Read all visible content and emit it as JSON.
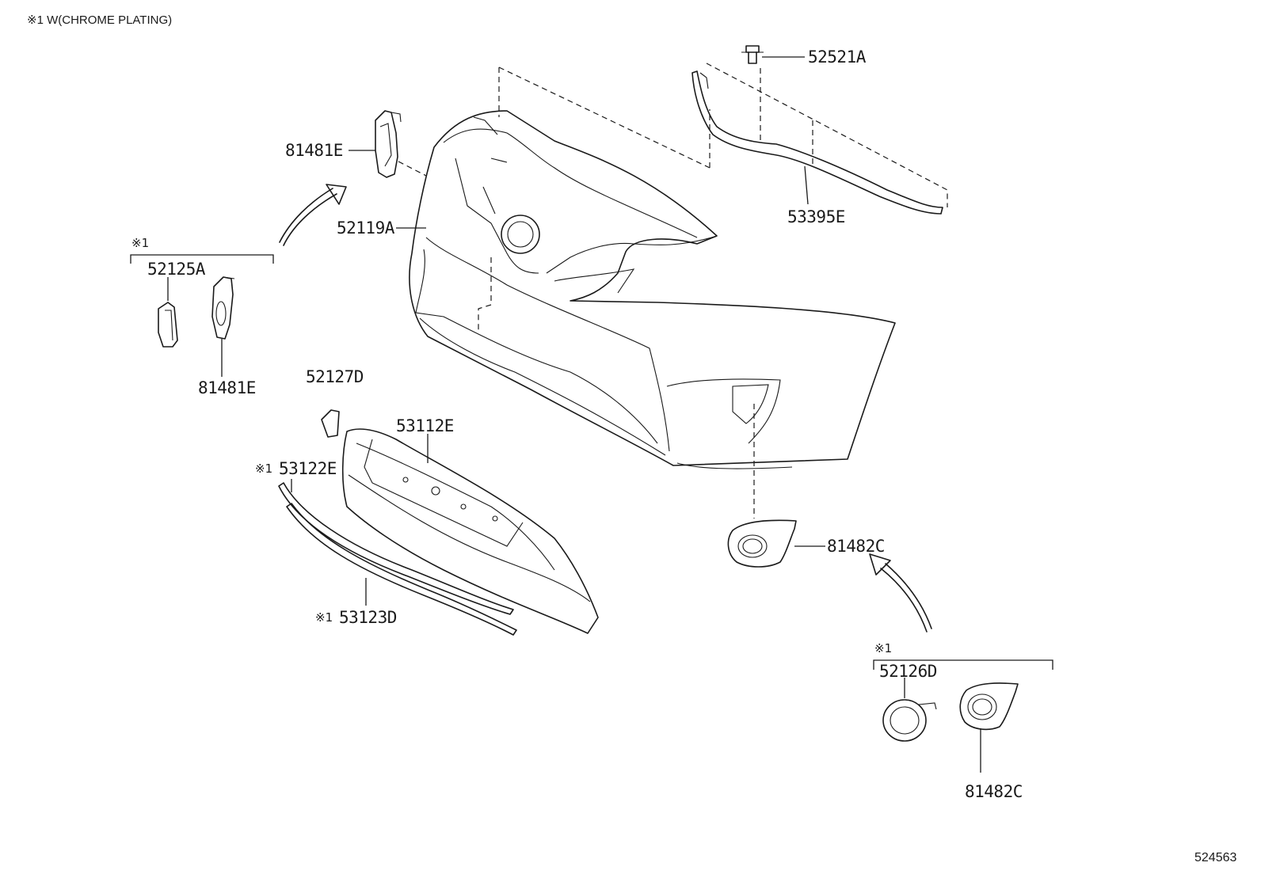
{
  "note": "※1 W(CHROME PLATING)",
  "ref_number": "524563",
  "mark_symbol": "※1",
  "parts": {
    "p52521A": "52521A",
    "p53395E": "53395E",
    "p81481E_top": "81481E",
    "p52119A": "52119A",
    "p52125A": "52125A",
    "p81481E_left": "81481E",
    "p52127D": "52127D",
    "p53112E": "53112E",
    "p53122E": "53122E",
    "p53123D": "53123D",
    "p81482C_mid": "81482C",
    "p52126D": "52126D",
    "p81482C_bottom": "81482C"
  }
}
